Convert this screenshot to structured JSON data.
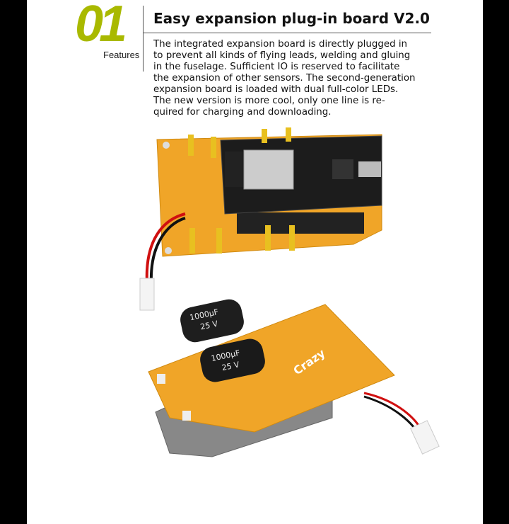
{
  "header": {
    "number": "01",
    "section_label": "Features",
    "title": "Easy expansion plug-in board V2.0"
  },
  "description_lines": [
    "The integrated expansion board is directly plugged in",
    "to prevent all kinds of flying leads, welding and gluing",
    "in the fuselage. Sufficient IO is reserved to facilitate",
    "the expansion of other sensors. The second-generation",
    "expansion board is loaded with dual full-color LEDs.",
    "The new version is more cool, only one line is re-",
    "quired for charging and downloading."
  ],
  "photos": {
    "capacitor_value": "1000µF",
    "capacitor_voltage": "25 V",
    "board_logo": "Crazy"
  },
  "colors": {
    "accent": "#a9b900",
    "pcb": "#f0a020",
    "side_bars": "#000000"
  }
}
